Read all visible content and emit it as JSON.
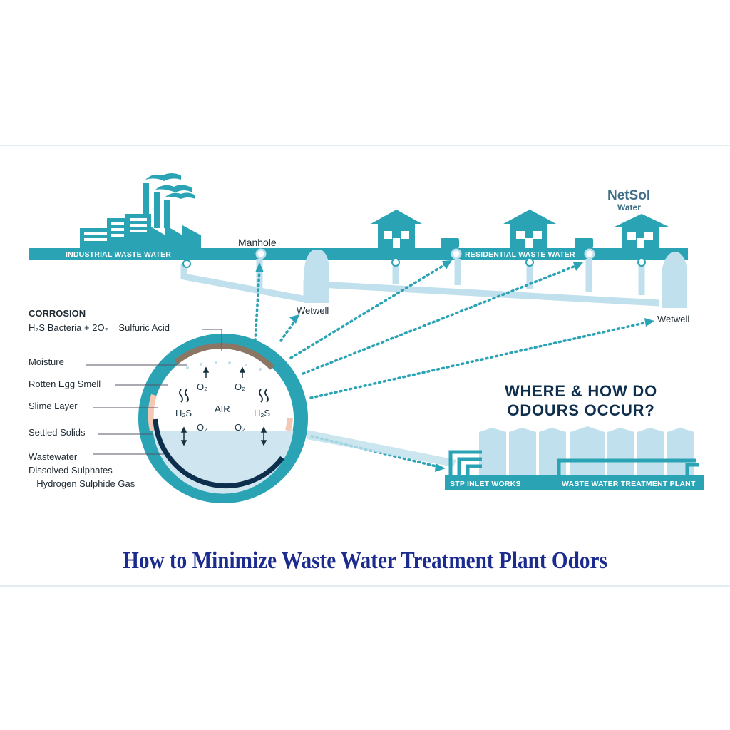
{
  "title": "How to Minimize Waste Water Treatment Plant Odors",
  "headline": [
    "WHERE & HOW DO",
    "ODOURS OCCUR?"
  ],
  "pipeline_labels": {
    "industrial": "INDUSTRIAL WASTE WATER",
    "residential": "RESIDENTIAL WASTE WATER",
    "manhole": "Manhole",
    "wetwell_left": "Wetwell",
    "wetwell_right": "Wetwell",
    "stp_inlet": "STP INLET WORKS",
    "treatment_plant": "WASTE WATER TREATMENT PLANT"
  },
  "corrosion": {
    "heading": "CORROSION",
    "formula": "H₂S Bacteria + 2O₂ = Sulfuric Acid"
  },
  "pipe_layers": [
    "Moisture",
    "Rotten Egg Smell",
    "Slime Layer",
    "Settled Solids"
  ],
  "wastewater_lines": [
    "Wastewater",
    "Dissolved Sulphates",
    "= Hydrogen Sulphide Gas"
  ],
  "pipe_inside": {
    "o2": "O₂",
    "h2s": "H₂S",
    "air": "AIR"
  },
  "logo": {
    "name": "NetSol",
    "sub": "Water"
  },
  "colors": {
    "teal": "#2aa3b5",
    "light_blue": "#bfe0ec",
    "navy": "#0d2f4d",
    "caption_blue": "#1c2b8e"
  }
}
